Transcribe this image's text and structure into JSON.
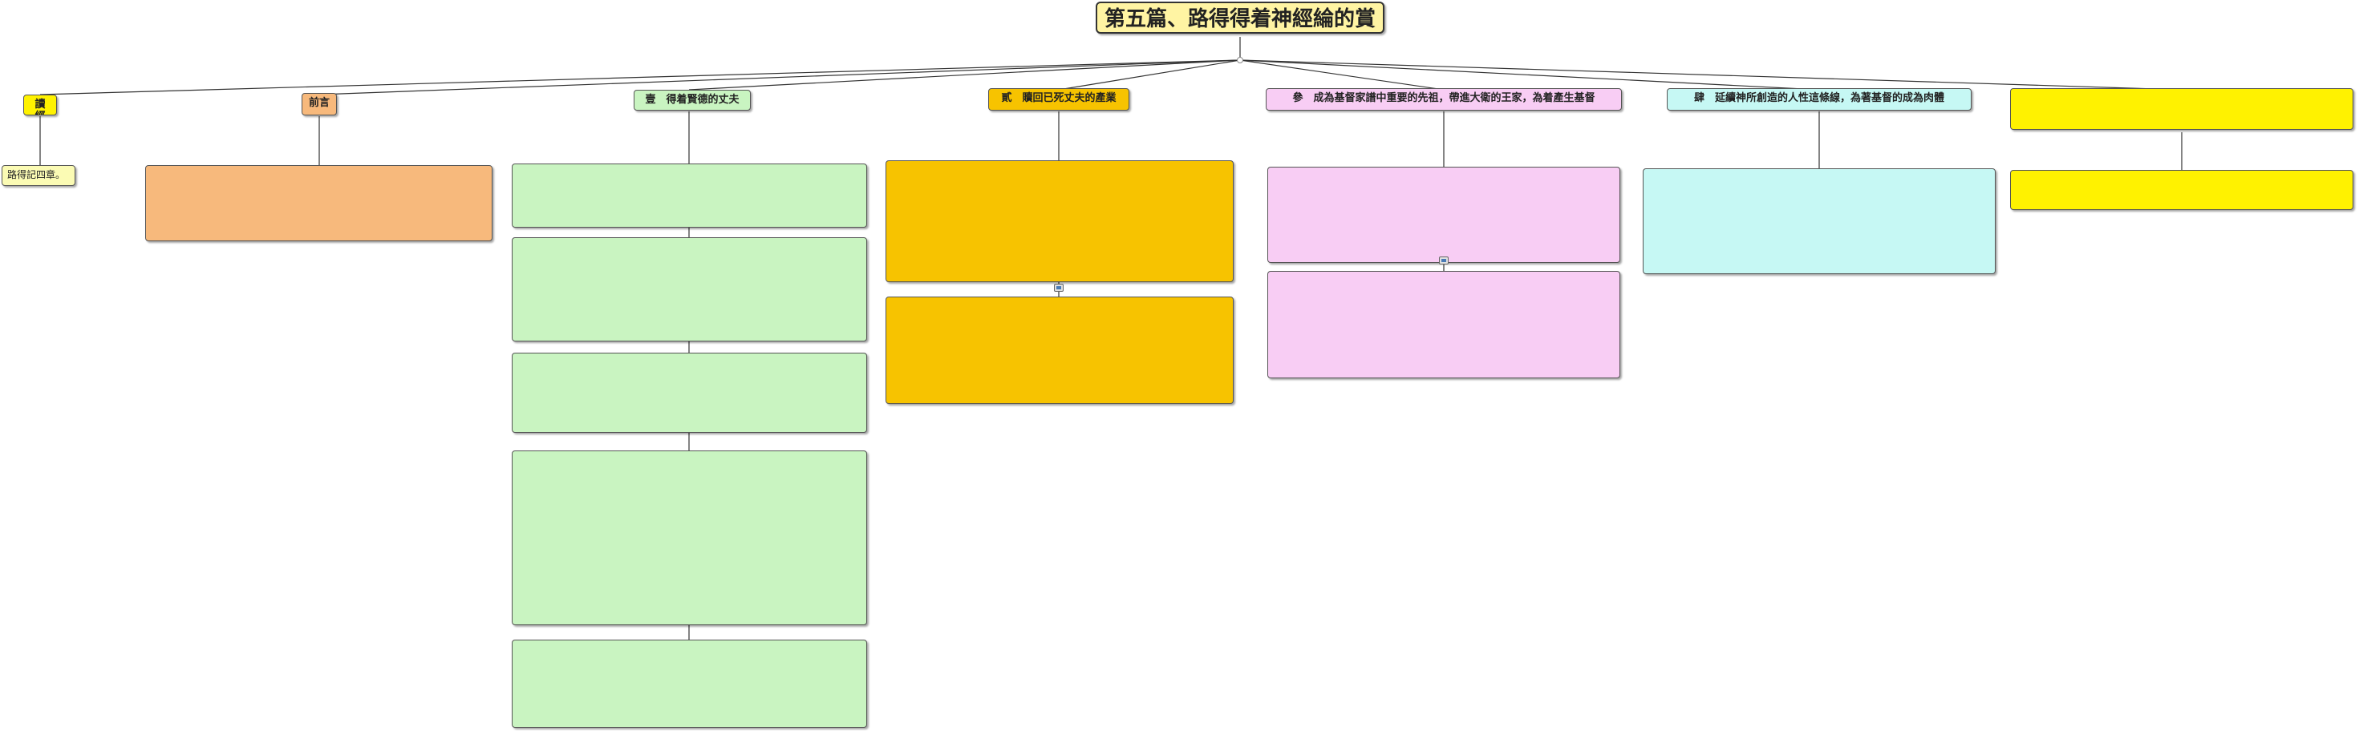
{
  "root": {
    "title": "第五篇、路得得着神經綸的賞賜"
  },
  "branches": [
    {
      "label": "讀經",
      "color": "yellow",
      "card": "路得記四章。"
    },
    {
      "label": "前言",
      "color": "orange",
      "card": ""
    },
    {
      "label": "壹　得着賢德的丈夫",
      "color": "green",
      "cards": [
        "",
        "",
        "",
        "",
        ""
      ]
    },
    {
      "label": "貳　贖回已死丈夫的產業",
      "color": "gold",
      "cards": [
        "",
        ""
      ]
    },
    {
      "label": "參　成為基督家譜中重要的先祖，帶進大衛的王家，為着產生基督",
      "color": "pink",
      "cards": [
        "",
        ""
      ]
    },
    {
      "label": "肆　延續神所創造的人性這條線，為著基督的成為肉體",
      "color": "cyan",
      "cards": [
        ""
      ]
    },
    {
      "label": "",
      "color": "yellow",
      "cards": [
        ""
      ]
    }
  ]
}
